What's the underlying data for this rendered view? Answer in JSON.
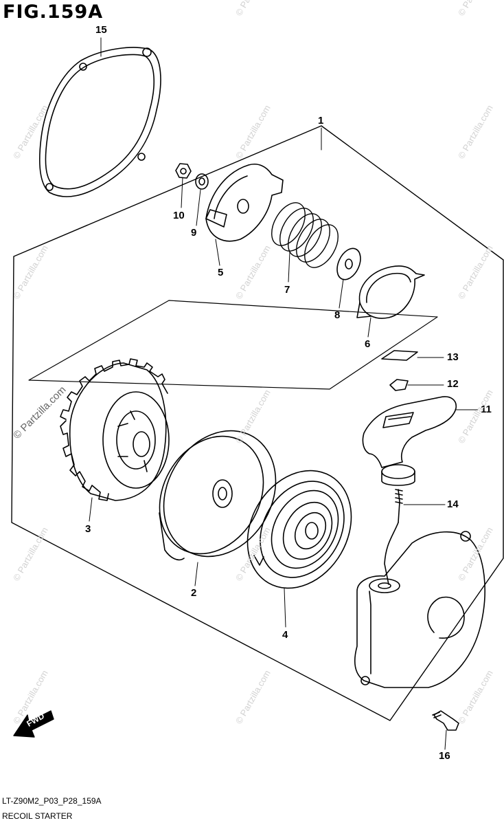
{
  "figure": {
    "title": "FIG.159A"
  },
  "callouts": [
    "15",
    "1",
    "10",
    "9",
    "5",
    "7",
    "8",
    "6",
    "13",
    "12",
    "11",
    "3",
    "14",
    "2",
    "4",
    "16"
  ],
  "watermark": "© Partzilla.com",
  "fwd_label": "FWD",
  "footer": {
    "code": "LT-Z90M2_P03_P28_159A",
    "name": "RECOIL STARTER"
  },
  "colors": {
    "line": "#000000",
    "watermark": "#d2d2d2",
    "background": "#ffffff"
  }
}
